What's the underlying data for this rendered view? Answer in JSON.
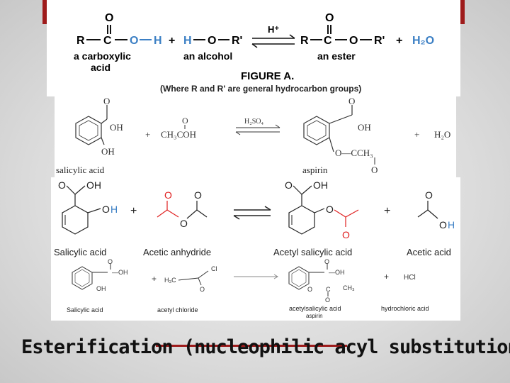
{
  "figure_a": {
    "rc_r": "R",
    "rc_c": "C",
    "rc_o": "O",
    "rc_h": "H",
    "dbl_o": "O",
    "plus1": "+",
    "alc_h": "H",
    "alc_o": "O",
    "alc_r": "R'",
    "catalyst": "H⁺",
    "ester_r": "R",
    "ester_c": "C",
    "ester_o": "O",
    "ester_rp": "R'",
    "ester_dbl_o": "O",
    "plus2": "+",
    "water": "H₂O",
    "label_acid_1": "a carboxylic",
    "label_acid_2": "acid",
    "label_alcohol": "an alcohol",
    "label_ester": "an ester",
    "caption_title": "FIGURE A.",
    "caption_note": "(Where R and R' are general hydrocarbon groups)"
  },
  "reaction_2": {
    "reactant_label": "salicylic acid",
    "plus1": "+",
    "acid_reagent": "CH₃COH",
    "acid_reagent_o": "O",
    "catalyst": "H₂SO₄",
    "product_label": "aspirin",
    "plus2": "+",
    "byproduct": "H₂O",
    "sal_oh_top": "OH",
    "sal_oh_bottom": "OH",
    "asp_oh": "OH",
    "asp_occh3": "O—CCH₃",
    "asp_o_top": "O",
    "asp_o_bottom": "O"
  },
  "reaction_3": {
    "sal_label": "Salicylic acid",
    "anhydride_label": "Acetic anhydride",
    "product_label": "Acetyl salicylic acid",
    "byproduct_label": "Acetic acid",
    "sal_o": "O",
    "sal_oh": "OH",
    "sal_ring_oh_o": "O",
    "sal_ring_oh_h": "H",
    "plus1": "+",
    "plus2": "+",
    "anh_o1": "O",
    "anh_o2": "O",
    "anh_o3": "O",
    "prod_o": "O",
    "prod_oh": "OH",
    "prod_o2": "O",
    "prod_o3": "O",
    "acetic_o": "O",
    "acetic_oh_o": "O",
    "acetic_oh_h": "H"
  },
  "reaction_4": {
    "sal_label": "Salicylic acid",
    "chloride_label": "acetyl chloride",
    "product_label_1": "acetylsalicylic acid",
    "product_label_2": "aspirin",
    "byproduct_label": "hydrochloric acid",
    "plus1": "+",
    "plus2": "+",
    "byproduct": "HCl",
    "sal_cooh": "—OH",
    "sal_o": "O",
    "sal_oh": "OH",
    "chl_h3c": "H₃C",
    "chl_cl": "Cl",
    "chl_o": "O",
    "prod_cooh": "—OH",
    "prod_o": "O",
    "prod_o2": "O",
    "prod_c": "C",
    "prod_ch3": "CH₃",
    "prod_o3": "O"
  },
  "slide_title": "Esterification (nucleophilic acyl substitution)",
  "colors": {
    "accent_red": "#9e1b1b",
    "label_blue": "#3b7fc4",
    "structure_red": "#e02020"
  }
}
